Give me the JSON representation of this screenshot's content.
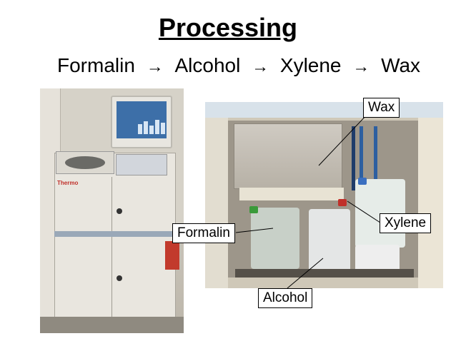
{
  "slide": {
    "title": "Processing",
    "sequence": [
      "Formalin",
      "Alcohol",
      "Xylene",
      "Wax"
    ],
    "arrow_glyph": "→"
  },
  "photos": {
    "machine": {
      "brand_text": "Thermo"
    }
  },
  "labels": {
    "wax": "Wax",
    "xylene": "Xylene",
    "formalin": "Formalin",
    "alcohol": "Alcohol"
  },
  "colors": {
    "label_border": "#000000",
    "leader_line": "#000000",
    "background": "#ffffff"
  }
}
